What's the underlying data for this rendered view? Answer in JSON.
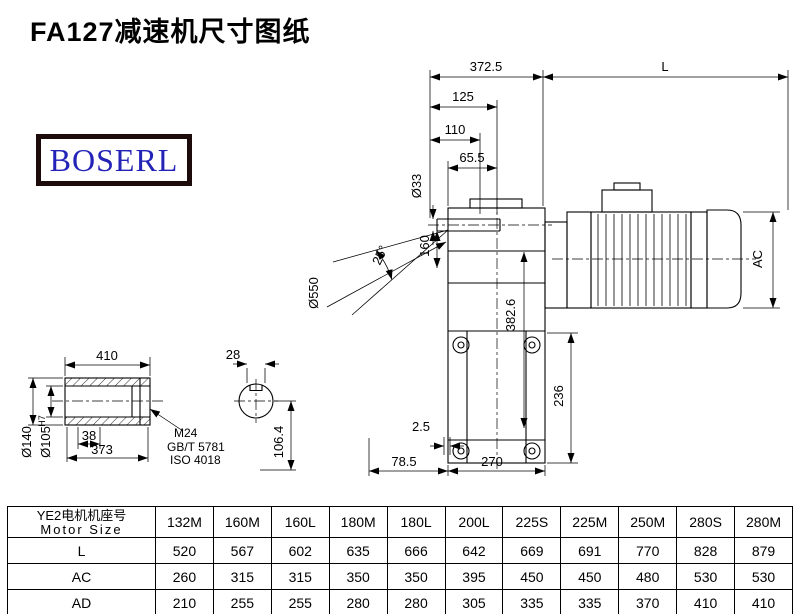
{
  "title": "FA127减速机尺寸图纸",
  "logo": "BOSERL",
  "drawing": {
    "dims": {
      "d372_5": "372.5",
      "L": "L",
      "d125": "125",
      "d110": "110",
      "d65_5": "65.5",
      "d33": "Ø33",
      "d160": "160",
      "angle25": "25°",
      "d550": "Ø550",
      "d382_6": "382.6",
      "AC": "AC",
      "d236": "236",
      "d2_5": "2.5",
      "d78_5": "78.5",
      "d270": "270",
      "d410": "410",
      "d28": "28",
      "d38": "38",
      "d373": "373",
      "d140": "Ø140",
      "d105": "Ø105",
      "d105_tol": "H7",
      "d106_4": "106.4",
      "m24": "M24",
      "gb": "GB/T 5781",
      "iso": "ISO 4018"
    }
  },
  "table": {
    "header_cn": "YE2电机机座号",
    "header_en": "Motor Size",
    "columns": [
      "132M",
      "160M",
      "160L",
      "180M",
      "180L",
      "200L",
      "225S",
      "225M",
      "250M",
      "280S",
      "280M"
    ],
    "rows": [
      {
        "label": "L",
        "values": [
          "520",
          "567",
          "602",
          "635",
          "666",
          "642",
          "669",
          "691",
          "770",
          "828",
          "879"
        ]
      },
      {
        "label": "AC",
        "values": [
          "260",
          "315",
          "315",
          "350",
          "350",
          "395",
          "450",
          "450",
          "480",
          "530",
          "530"
        ]
      },
      {
        "label": "AD",
        "values": [
          "210",
          "255",
          "255",
          "280",
          "280",
          "305",
          "335",
          "335",
          "370",
          "410",
          "410"
        ]
      }
    ]
  }
}
